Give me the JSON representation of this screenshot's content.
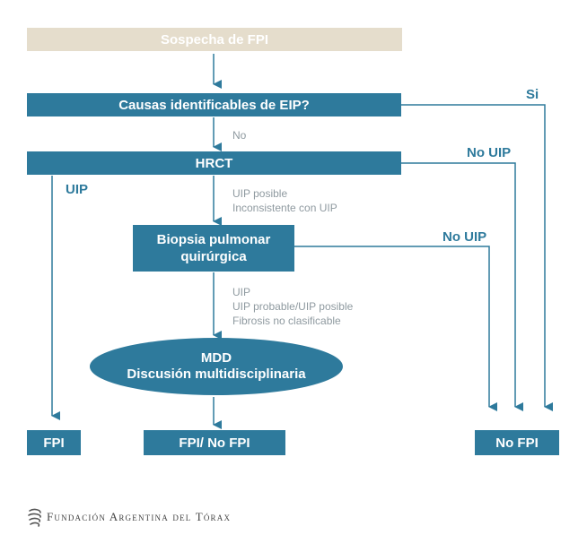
{
  "nodes": {
    "sospecha": "Sospecha de FPI",
    "causas": "Causas identificables de EIP?",
    "hrct": "HRCT",
    "biopsia_line1": "Biopsia pulmonar",
    "biopsia_line2": "quirúrgica",
    "mdd_line1": "MDD",
    "mdd_line2": "Discusión multidisciplinaria",
    "fpi": "FPI",
    "fpi_no_fpi": "FPI/ No FPI",
    "no_fpi": "No FPI"
  },
  "edges": {
    "si": "Si",
    "no": "No",
    "no_uip_hrct": "No UIP",
    "uip": "UIP",
    "uip_posible": "UIP posible",
    "inconsistente": "Inconsistente con UIP",
    "no_uip_biopsia": "No UIP",
    "biopsia_uip": "UIP",
    "biopsia_probable": "UIP probable/UIP posible",
    "biopsia_fibrosis": "Fibrosis no clasificable"
  },
  "footer": {
    "organization": "Fundación Argentina del Tórax",
    "logo_icon": "spiral-logo-icon"
  },
  "colors": {
    "primary": "#2e7a9c",
    "start_box": "#e5ddcc",
    "label_gray": "#8f9aa0"
  }
}
